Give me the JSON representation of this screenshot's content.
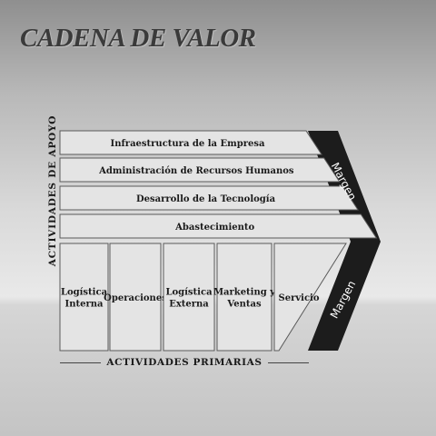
{
  "title": "CADENA DE VALOR",
  "support_label": "ACTIVIDADES DE APOYO",
  "primary_label": "ACTIVIDADES  PRIMARIAS",
  "support_activities": [
    "Infraestructura de la  Empresa",
    "Administración de Recursos Humanos",
    "Desarrollo de la Tecnología",
    "Abastecimiento"
  ],
  "primary_activities": [
    [
      "Logística",
      "Interna"
    ],
    [
      "Operaciones"
    ],
    [
      "Logística",
      "Externa"
    ],
    [
      "Marketing y",
      "Ventas"
    ],
    [
      "Servicio"
    ]
  ],
  "margin_labels": [
    "Margen",
    "Margen"
  ],
  "colors": {
    "arrow": "#1c1c1c",
    "box_fill": "#e4e4e4",
    "box_border": "#5a5a5a"
  }
}
